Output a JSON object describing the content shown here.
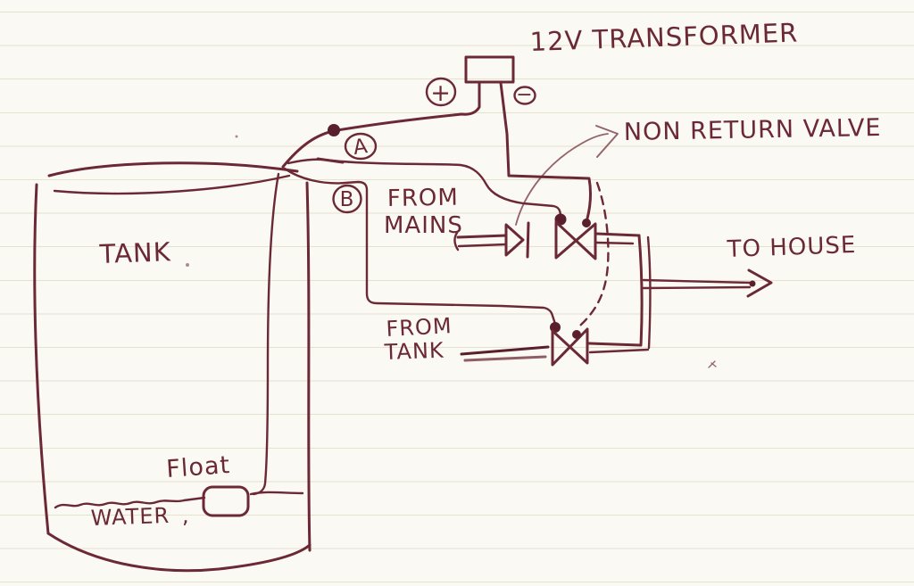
{
  "colors": {
    "ink": "#6b2936",
    "ink_dark": "#5a1f2d",
    "paper": "#fbf9f3",
    "rule_line": "#e6e0cf"
  },
  "labels": {
    "transformer": "12V TRANSFORMER",
    "plus": "+",
    "minus": "−",
    "terminal_a": "A",
    "terminal_b": "B",
    "non_return_valve": "NON RETURN VALVE",
    "from_mains_line1": "FROM",
    "from_mains_line2": "MAINS",
    "from_tank_line1": "FROM",
    "from_tank_line2": "TANK",
    "to_house": "TO HOUSE",
    "tank": "TANK",
    "float": "Float",
    "water": "WATER",
    "water_comma": ","
  }
}
